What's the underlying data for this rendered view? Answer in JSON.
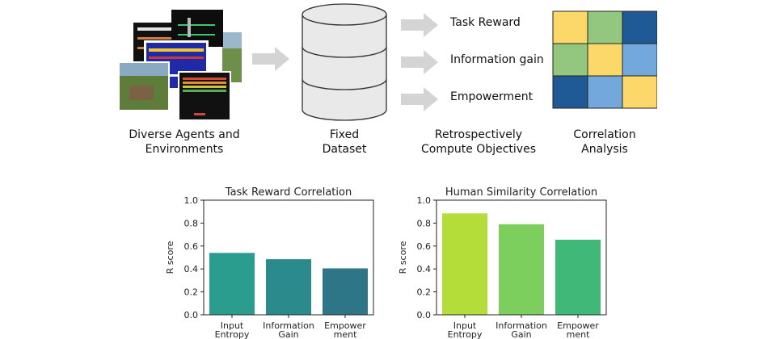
{
  "pipeline": {
    "stages": [
      {
        "line1": "Diverse Agents and",
        "line2": "Environments"
      },
      {
        "line1": "Fixed",
        "line2": "Dataset"
      },
      {
        "line1": "Retrospectively",
        "line2": "Compute Objectives"
      },
      {
        "line1": "Correlation",
        "line2": "Analysis"
      }
    ],
    "objectives": [
      "Task Reward",
      "Information gain",
      "Empowerment"
    ],
    "matrix_colors": [
      [
        "#fcd86a",
        "#93c67f",
        "#1f5a97"
      ],
      [
        "#93c67f",
        "#fcd86a",
        "#73a8dc"
      ],
      [
        "#1f5a97",
        "#73a8dc",
        "#fcd86a"
      ]
    ]
  },
  "chart_data": [
    {
      "type": "bar",
      "title": "Task Reward Correlation",
      "ylabel": "R score",
      "categories": [
        [
          "Input",
          "Entropy"
        ],
        [
          "Information",
          "Gain"
        ],
        [
          "Empower",
          "ment"
        ]
      ],
      "values": [
        0.54,
        0.485,
        0.405
      ],
      "colors": [
        "#2a9d8f",
        "#2a8a8c",
        "#2e7587"
      ],
      "ylim": [
        0,
        1.0
      ],
      "yticks": [
        "0.0",
        "0.2",
        "0.4",
        "0.6",
        "0.8",
        "1.0"
      ]
    },
    {
      "type": "bar",
      "title": "Human Similarity Correlation",
      "ylabel": "R score",
      "categories": [
        [
          "Input",
          "Entropy"
        ],
        [
          "Information",
          "Gain"
        ],
        [
          "Empower",
          "ment"
        ]
      ],
      "values": [
        0.885,
        0.79,
        0.655
      ],
      "colors": [
        "#b5dd3a",
        "#7ccf5c",
        "#3fb878"
      ],
      "ylim": [
        0,
        1.0
      ],
      "yticks": [
        "0.0",
        "0.2",
        "0.4",
        "0.6",
        "0.8",
        "1.0"
      ]
    }
  ]
}
